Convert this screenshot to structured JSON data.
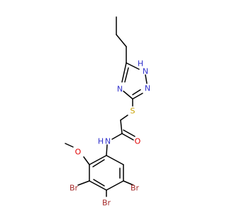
{
  "colors": {
    "bond": "#000000",
    "nitrogen": "#3333cc",
    "sulfur": "#c8a000",
    "oxygen": "#e00000",
    "bromine": "#a52a2a",
    "background": "#ffffff"
  },
  "labels": {
    "nh_triazole": "H",
    "n_triazole_h": "N",
    "n_triazole_right": "N",
    "n_triazole_left": "N",
    "sulfur": "S",
    "oxygen_carbonyl": "O",
    "nh_amide_n": "N",
    "nh_amide_h": "H",
    "oxygen_methoxy": "O",
    "br_left": "Br",
    "br_bottom": "Br",
    "br_right": "Br"
  }
}
